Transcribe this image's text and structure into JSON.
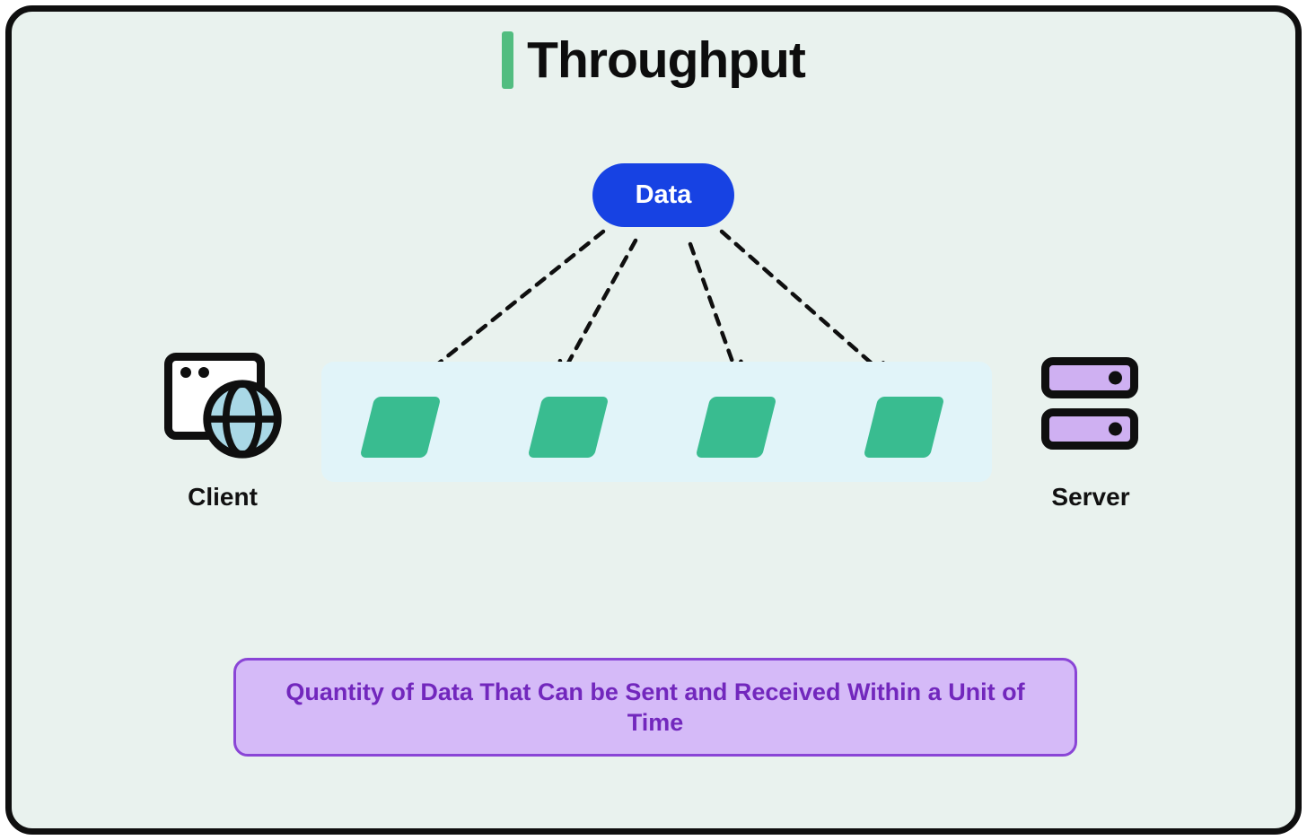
{
  "title": {
    "text": "Throughput"
  },
  "diagram": {
    "data_node": {
      "label": "Data"
    },
    "client": {
      "label": "Client",
      "icon": "browser-globe-icon"
    },
    "server": {
      "label": "Server",
      "icon": "server-stack-icon"
    },
    "packets": {
      "count": 4,
      "shape": "parallelogram",
      "color": "#39bc90"
    },
    "arrows": {
      "count": 4,
      "style": "dashed",
      "from": "Data",
      "to": "packets"
    }
  },
  "caption": {
    "text": "Quantity of Data That Can be Sent and Received Within a Unit of Time"
  },
  "colors": {
    "background": "#e9f2ee",
    "frame_border": "#0f0f0f",
    "title_accent_bar": "#52bd80",
    "data_pill": "#1742e3",
    "band": "#e1f4f9",
    "packet_green": "#39bc90",
    "server_purple": "#cfb0f2",
    "globe_blue": "#a9d8e6",
    "caption_fill": "#d5baf8",
    "caption_border": "#8a45d6",
    "caption_text": "#7227bd"
  }
}
